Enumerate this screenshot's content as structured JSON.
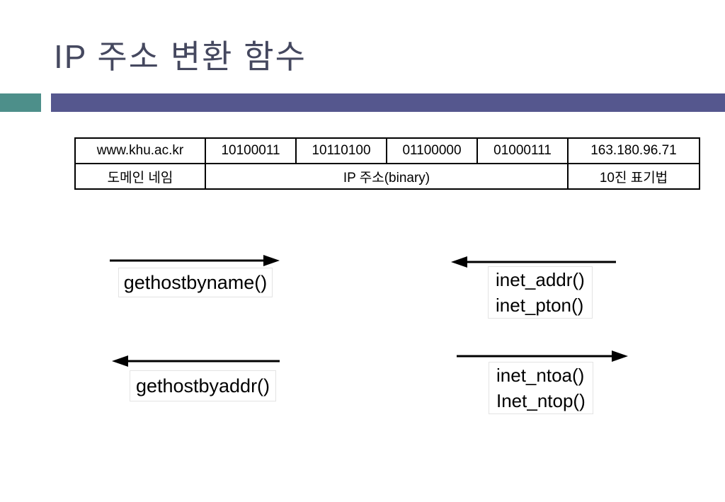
{
  "slide": {
    "title": "IP 주소 변환 함수"
  },
  "table": {
    "rows": [
      [
        "www.khu.ac.kr",
        "10100011",
        "10110100",
        "01100000",
        "01000111",
        "163.180.96.71"
      ],
      [
        "도메인 네임",
        "IP 주소(binary)",
        "10진 표기법"
      ]
    ]
  },
  "functions": {
    "gethostbyname": "gethostbyname()",
    "inet_addr_line1": "inet_addr()",
    "inet_addr_line2": "inet_pton()",
    "gethostbyaddr": "gethostbyaddr()",
    "inet_ntoa_line1": "inet_ntoa()",
    "inet_ntoa_line2": "Inet_ntop()"
  },
  "colors": {
    "accent_teal": "#4D8F8A",
    "accent_purple": "#55578E",
    "title_text": "#45485F"
  }
}
